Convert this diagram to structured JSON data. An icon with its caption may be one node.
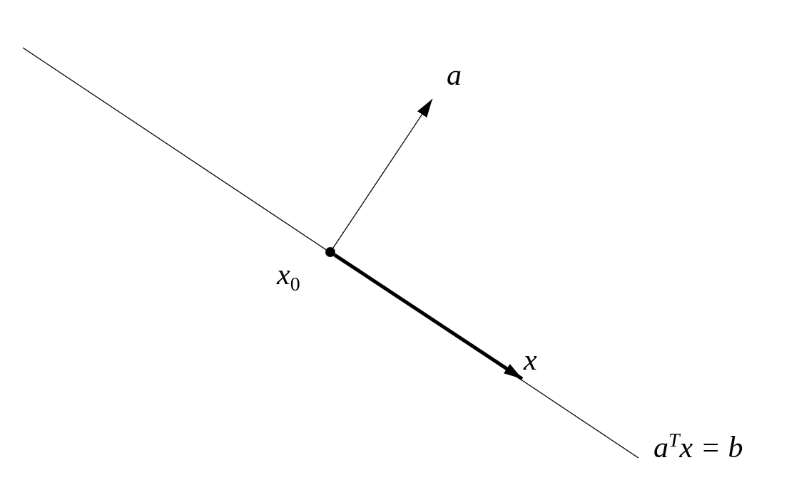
{
  "diagram": {
    "nodes": [
      {
        "text": [],
        "shape": "circle",
        "beside": [
          "x$_{0}$"
        ]
      },
      {
        "text": [
          "a"
        ]
      },
      {
        "text": [
          "x"
        ]
      }
    ],
    "edges": [
      {
        "from": 0,
        "to": 1,
        "arrow": "to"
      },
      {
        "from": 0,
        "to": 2,
        "arrow": "to",
        "style": "thick"
      }
    ],
    "labels": [
      "a$^{T}$x = b"
    ]
  }
}
